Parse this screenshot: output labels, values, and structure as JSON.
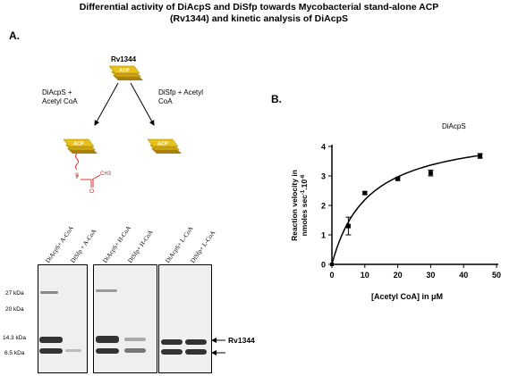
{
  "figure": {
    "title_line1": "Differential activity of DiAcpS and DiSfp towards Mycobacterial stand-alone ACP",
    "title_line2": "(Rv1344)  and kinetic analysis of DiAcpS"
  },
  "panel_a": {
    "letter": "A.",
    "protein": "Rv1344",
    "acp_label": "ACP",
    "left_reaction_line1": "DiAcpS +",
    "left_reaction_line2": "Acetyl CoA",
    "right_reaction_line1": "DiSfp + Acetyl",
    "right_reaction_line2": "CoA",
    "thioester_s": "S",
    "thioester_o": "O",
    "thioester_ch3": "CH3",
    "gel": {
      "lanes": [
        "DiAcpS+ A-CoA",
        "DiSfp + A-CoA",
        "DiAcpS+ H-CoA",
        "DiSfp+ H-CoA",
        "DiAcpS+ L-CoA",
        "DiSfp+ L-CoA"
      ],
      "markers": [
        "27 kDa",
        "20 kDa",
        "14.3 kDa",
        "6.5 kDa"
      ],
      "band_label": "Rv1344"
    }
  },
  "panel_b": {
    "letter": "B.",
    "chart_data": {
      "type": "scatter",
      "title": "DiAcpS",
      "xlabel": "[Acetyl CoA] in μM",
      "ylabel_line1": "Reaction velocity in",
      "ylabel_line2": "nmoles sec-1.10-6",
      "xlim": [
        0,
        50
      ],
      "ylim": [
        0,
        4
      ],
      "xticks": [
        0,
        10,
        20,
        30,
        40,
        50
      ],
      "yticks": [
        0,
        1,
        2,
        3,
        4
      ],
      "points": [
        {
          "x": 5,
          "y": 1.3,
          "err": 0.3
        },
        {
          "x": 10,
          "y": 2.42,
          "err": 0.04
        },
        {
          "x": 20,
          "y": 2.9,
          "err": 0.04
        },
        {
          "x": 30,
          "y": 3.1,
          "err": 0.1
        },
        {
          "x": 45,
          "y": 3.68,
          "err": 0.08
        }
      ],
      "fit": {
        "model": "michaelis-menten",
        "vmax": 4.6,
        "km": 11
      }
    }
  },
  "colors": {
    "acp_top": "#e8c21c",
    "acp_side": "#b8900a",
    "thioester": "#e0201a",
    "band": "#333333"
  }
}
